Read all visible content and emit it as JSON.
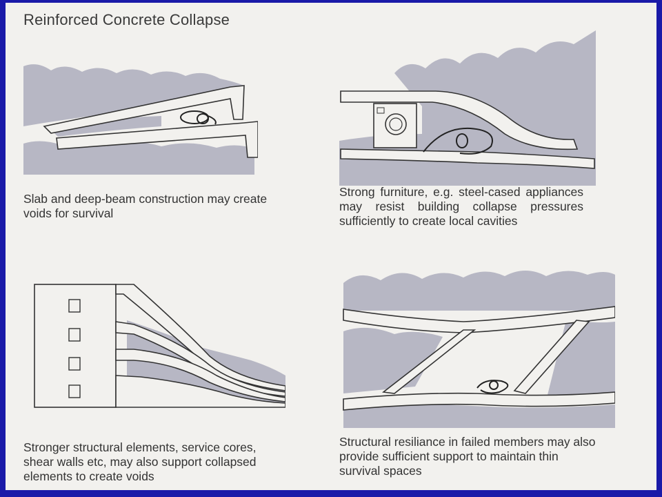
{
  "slide": {
    "title": "Reinforced Concrete Collapse",
    "panels": [
      {
        "caption": "Slab and deep-beam construction may create voids for survival"
      },
      {
        "caption": "Strong furniture, e.g. steel-cased appliances may resist building collapse pressures sufficiently to create local cavities"
      },
      {
        "caption": "Stronger structural elements, service cores, shear walls etc, may also support collapsed elements to create voids"
      },
      {
        "caption": "Structural resiliance in failed members may also provide sufficient support to maintain thin survival spaces"
      }
    ]
  },
  "colors": {
    "frame": "#1a1aa8",
    "background": "#f2f1ee",
    "rubble": "#b7b7c4",
    "outline": "#333333"
  }
}
